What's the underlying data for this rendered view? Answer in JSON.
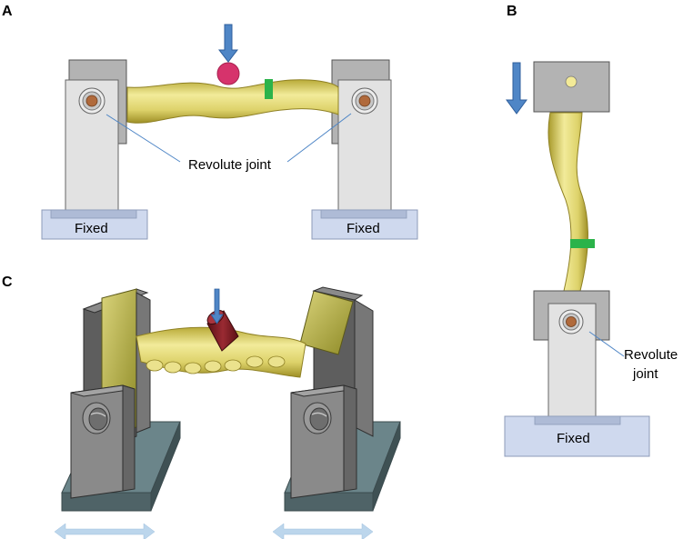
{
  "panels": {
    "a": {
      "letter": "A",
      "joint_label": "Revolute joint",
      "fixed_left": "Fixed",
      "fixed_right": "Fixed"
    },
    "b": {
      "letter": "B",
      "joint_label_line1": "Revolute",
      "joint_label_line2": "joint",
      "fixed": "Fixed"
    },
    "c": {
      "letter": "C"
    }
  },
  "colors": {
    "bone": "#e6de7a",
    "bone_shadow": "#a89a2c",
    "marker": "#2bb34a",
    "arrow": "#4f86c6",
    "impactor_ball": "#d6336c",
    "impactor_cylinder": "#7a1c22",
    "support": "#d9d9d9",
    "base": "#cdd8ec",
    "fixture_3d": "#7d7d7d",
    "plate_3d": "#5d7479",
    "slide_arrow": "#bcd6ec"
  },
  "icons": {
    "load_arrow": "down-arrow-icon",
    "joint": "revolute-joint-icon",
    "slide": "double-arrow-icon"
  }
}
